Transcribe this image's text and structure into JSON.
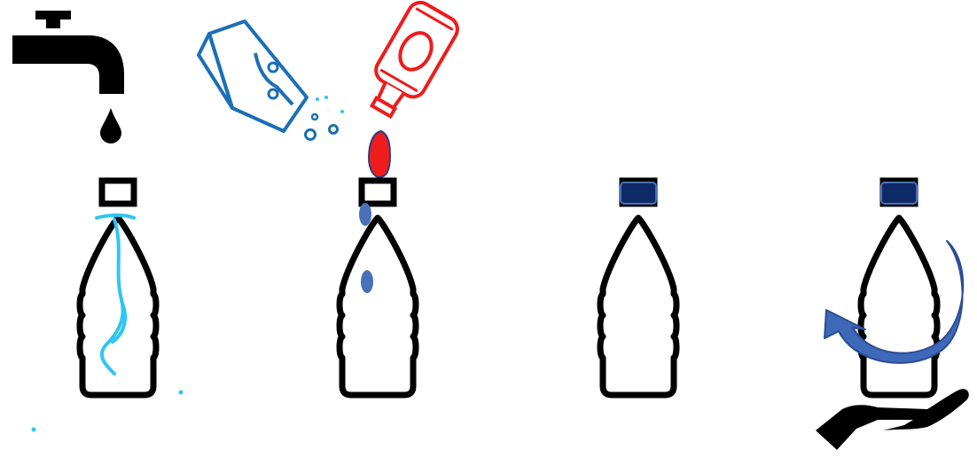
{
  "steps": [
    {
      "name": "fill-with-water",
      "icons": [
        "tap-icon",
        "water-drop-icon",
        "water-bottle-icon"
      ]
    },
    {
      "name": "add-ingredients",
      "icons": [
        "powder-container-icon",
        "dropper-bottle-icon",
        "red-drop-icon",
        "water-bottle-icon"
      ]
    },
    {
      "name": "close-cap",
      "icons": [
        "capped-bottle-icon"
      ]
    },
    {
      "name": "shake-bottle",
      "icons": [
        "capped-bottle-icon",
        "rotate-arrow-icon",
        "hand-icon"
      ]
    }
  ],
  "colors": {
    "outline": "#000000",
    "water": "#2fc6f2",
    "powder_container": "#1b6fb5",
    "dropper": "#ee1c1c",
    "cap": "#0e2a66",
    "arrow": "#3e68b8",
    "bubble": "#4a70b8"
  }
}
